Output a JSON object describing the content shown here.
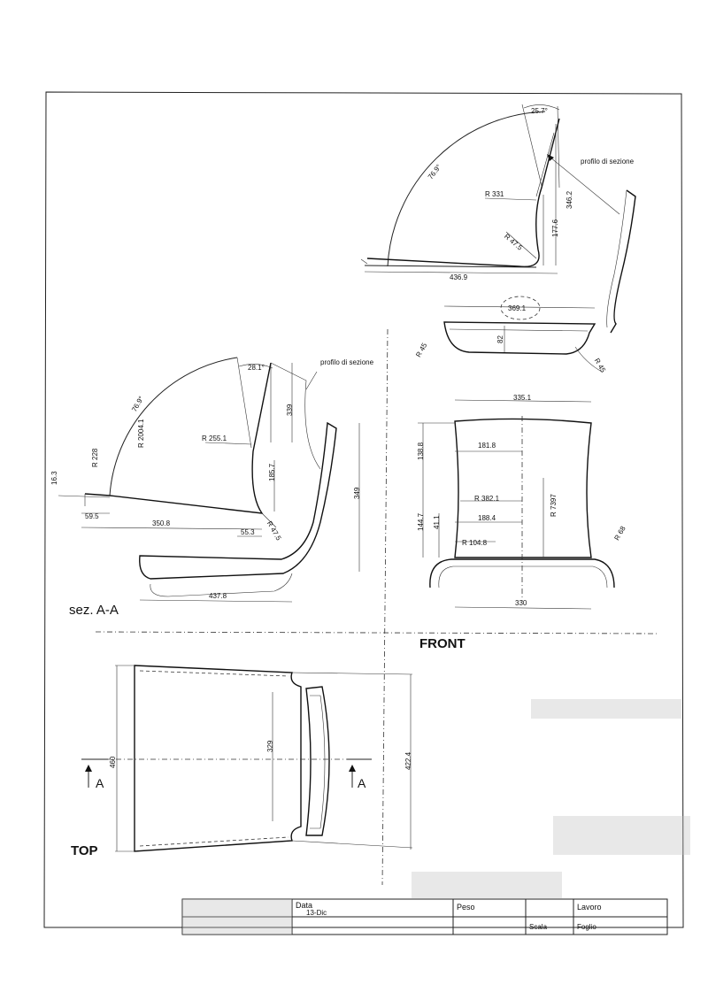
{
  "side_view": {
    "angle_top": "25.7°",
    "arc_angle": "76.9°",
    "profile_label": "profilo di sezione",
    "radius_main": "R 331",
    "radius_corner": "R 47.5",
    "height_1": "346.2",
    "height_2": "177.6",
    "length": "436.9"
  },
  "small_front": {
    "width_circled": "369.1",
    "height": "82",
    "radius_left": "R 45",
    "radius_right": "R 45"
  },
  "section": {
    "angle_top": "28.1°",
    "arc_angle": "76.9°",
    "profile_label": "profilo di sezione",
    "radius_arc": "R 2004.1",
    "radius_mid": "R 255.1",
    "radius_small": "R 228",
    "radius_corner": "R 47.5",
    "dim_339": "339",
    "dim_185_7": "185.7",
    "dim_349": "349",
    "dim_16_3": "16.3",
    "dim_59_5": "59.5",
    "dim_350_8": "350.8",
    "dim_55_3": "55.3",
    "dim_437_8": "437.8",
    "title": "sez. A-A"
  },
  "front": {
    "width_top": "335.1",
    "dim_181_8": "181.8",
    "dim_188_4": "188.4",
    "radius_382": "R 382.1",
    "radius_7397": "R 7397",
    "radius_104": "R 104.8",
    "radius_68": "R 68",
    "dim_138_8": "138.8",
    "dim_144_7": "144.7",
    "dim_41_1": "41.1",
    "width_bottom": "330",
    "title": "FRONT"
  },
  "top": {
    "dim_460": "460",
    "dim_329": "329",
    "dim_422_4": "422.4",
    "section_marker": "A",
    "title": "TOP"
  },
  "title_block": {
    "date_label": "Data",
    "date_value": "13-Dic",
    "weight_label": "Peso",
    "work_label": "Lavoro",
    "scale_label": "Scala",
    "sheet_label": "Foglio"
  }
}
